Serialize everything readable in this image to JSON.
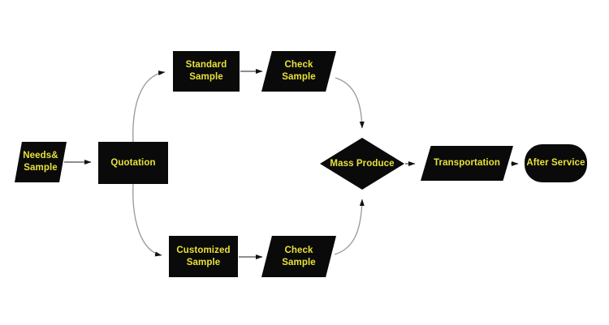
{
  "diagram": {
    "type": "flowchart",
    "colors": {
      "background": "#ffffff",
      "shape_fill": "#0a0a0a",
      "label_text": "#e8e13b",
      "curve_line": "#979797",
      "straight_line": "#4a4a4a",
      "arrowhead": "#111111"
    },
    "nodes": {
      "needs_sample": {
        "shape": "parallelogram",
        "lines": [
          "Needs&",
          "Sample"
        ]
      },
      "quotation": {
        "shape": "rectangle",
        "lines": [
          "Quotation"
        ]
      },
      "standard_sample": {
        "shape": "rectangle",
        "lines": [
          "Standard",
          "Sample"
        ]
      },
      "check_sample_top": {
        "shape": "parallelogram",
        "lines": [
          "Check",
          "Sample"
        ]
      },
      "customized_sample": {
        "shape": "rectangle",
        "lines": [
          "Customized",
          "Sample"
        ]
      },
      "check_sample_bottom": {
        "shape": "parallelogram",
        "lines": [
          "Check",
          "Sample"
        ]
      },
      "mass_produce": {
        "shape": "diamond",
        "lines": [
          "Mass Produce"
        ]
      },
      "transportation": {
        "shape": "parallelogram",
        "lines": [
          "Transportation"
        ]
      },
      "after_service": {
        "shape": "stadium",
        "lines": [
          "After Service"
        ]
      }
    },
    "edges": [
      {
        "from": "Needs& Sample",
        "to": "Quotation"
      },
      {
        "from": "Quotation",
        "to": "Standard Sample"
      },
      {
        "from": "Quotation",
        "to": "Customized Sample"
      },
      {
        "from": "Standard Sample",
        "to": "Check Sample (top)"
      },
      {
        "from": "Customized Sample",
        "to": "Check Sample (bottom)"
      },
      {
        "from": "Check Sample (top)",
        "to": "Mass Produce"
      },
      {
        "from": "Check Sample (bottom)",
        "to": "Mass Produce"
      },
      {
        "from": "Mass Produce",
        "to": "Transportation"
      },
      {
        "from": "Transportation",
        "to": "After Service"
      }
    ]
  }
}
